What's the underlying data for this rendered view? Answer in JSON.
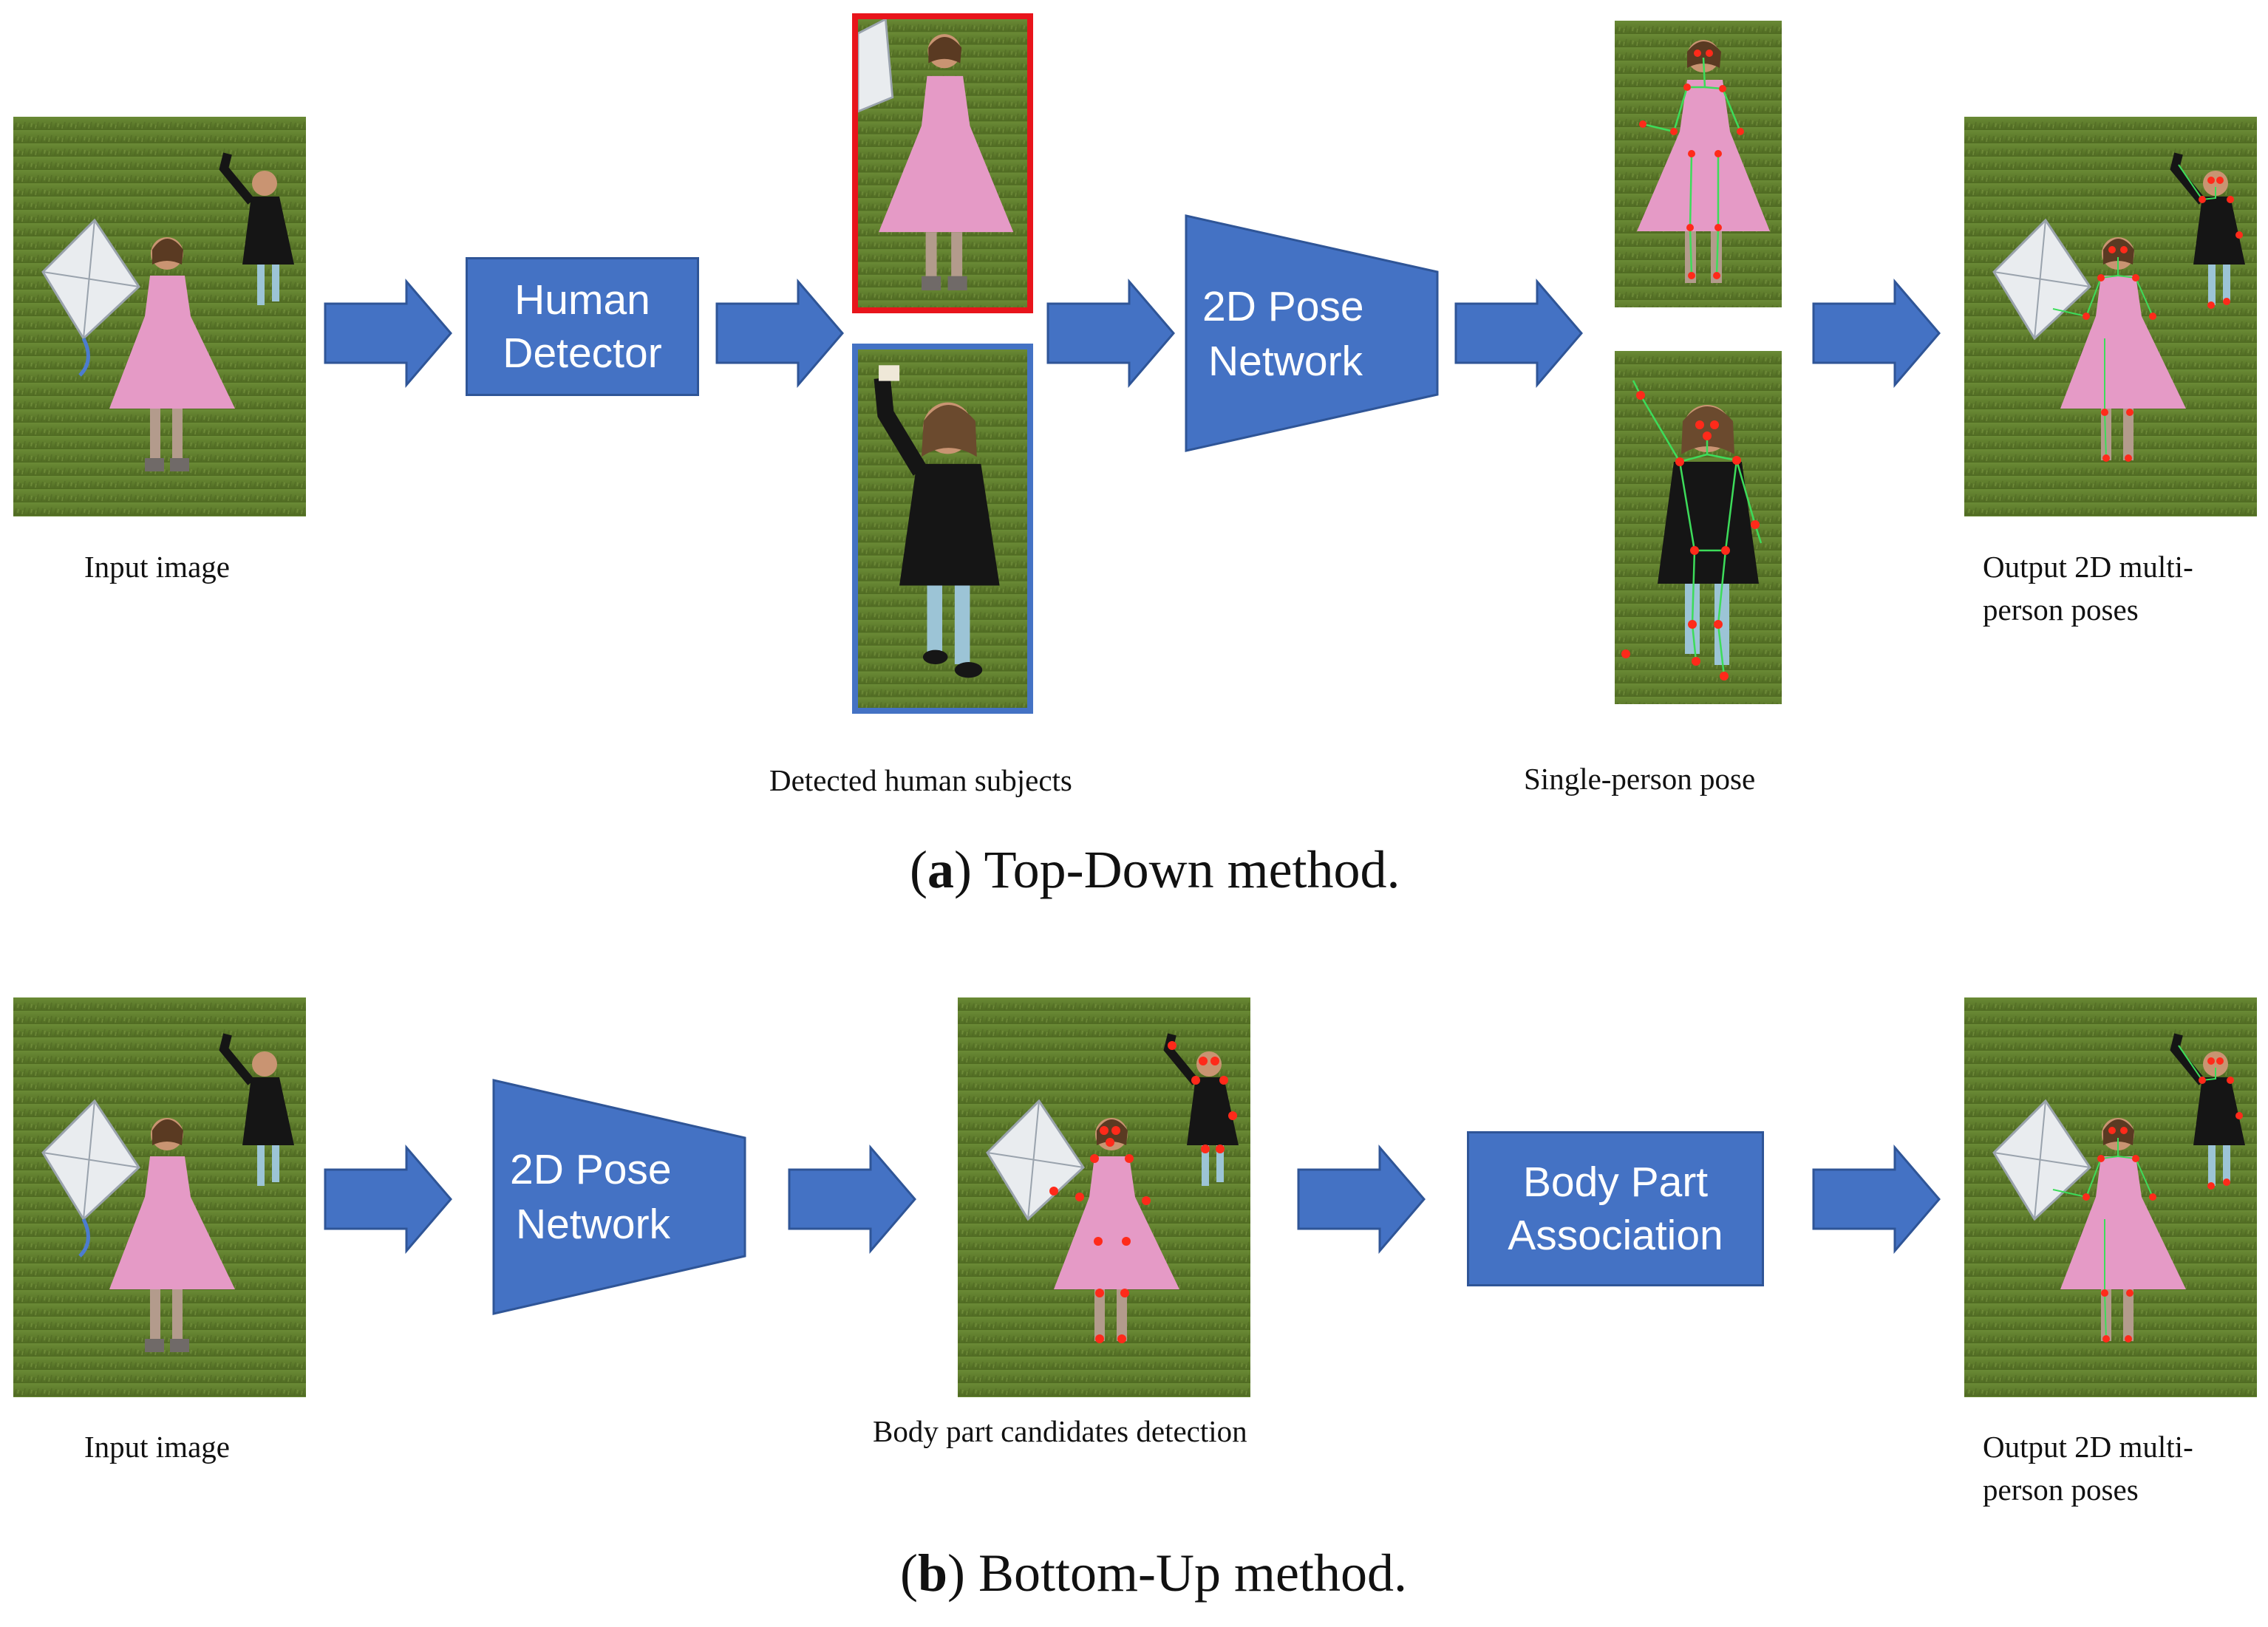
{
  "panel_a": {
    "caption_letter": "a",
    "caption_text": "Top-Down method.",
    "input_label": "Input image",
    "detector_label_1": "Human",
    "detector_label_2": "Detector",
    "detected_label": "Detected human subjects",
    "network_label_1": "2D Pose",
    "network_label_2": "Network",
    "single_pose_label": "Single-person pose",
    "output_label_1": "Output 2D multi-",
    "output_label_2": "person poses"
  },
  "panel_b": {
    "caption_letter": "b",
    "caption_text": "Bottom-Up method.",
    "input_label": "Input image",
    "network_label_1": "2D Pose",
    "network_label_2": "Network",
    "candidates_label": "Body part candidates detection",
    "association_label_1": "Body Part",
    "association_label_2": "Association",
    "output_label_1": "Output 2D multi-",
    "output_label_2": "person poses"
  },
  "colors": {
    "block_fill": "#4472c4",
    "block_border": "#2f5597",
    "highlight_red": "#e8141b",
    "keypoint": "#ff2a1a",
    "limb": "#3ddc5a"
  },
  "icons": {
    "arrow": "right-block-arrow",
    "photo": "photo-girl-with-kite"
  }
}
